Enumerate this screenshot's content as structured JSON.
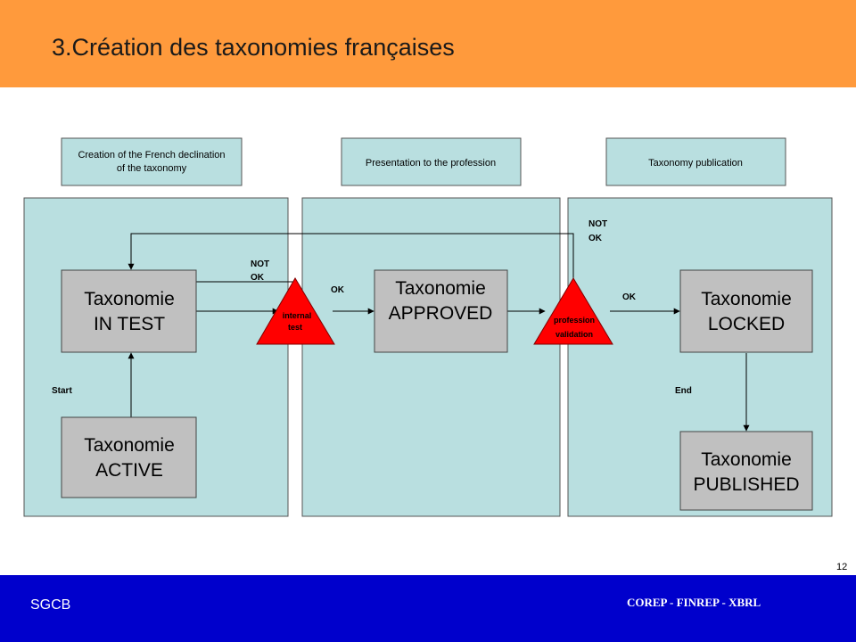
{
  "slide": {
    "title": "3.Création des taxonomies françaises",
    "page_number": "12",
    "footer_left": "SGCB",
    "footer_center": "COREP - FINREP - XBRL"
  },
  "phases": {
    "creation_line1": "Creation of the French declination",
    "creation_line2": "of the taxonomy",
    "presentation": "Presentation to the profession",
    "publication": "Taxonomy publication"
  },
  "states": {
    "in_test_line1": "Taxonomie",
    "in_test_line2": "IN TEST",
    "active_line1": "Taxonomie",
    "active_line2": "ACTIVE",
    "approved_line1": "Taxonomie",
    "approved_line2": "APPROVED",
    "locked_line1": "Taxonomie",
    "locked_line2": "LOCKED",
    "published_line1": "Taxonomie",
    "published_line2": "PUBLISHED"
  },
  "gates": {
    "internal_line1": "internal",
    "internal_line2": "test",
    "profession_line1": "profession",
    "profession_line2": "validation"
  },
  "labels": {
    "not_ok_1a": "NOT",
    "not_ok_1b": "OK",
    "ok_1": "OK",
    "not_ok_2a": "NOT",
    "not_ok_2b": "OK",
    "ok_2": "OK",
    "start": "Start",
    "end": "End"
  },
  "colors": {
    "header": "#ff9a3c",
    "footer": "#0000cc",
    "panel": "#b9dfe0",
    "state_box": "#c0c0c0",
    "gate": "#ff0000"
  }
}
